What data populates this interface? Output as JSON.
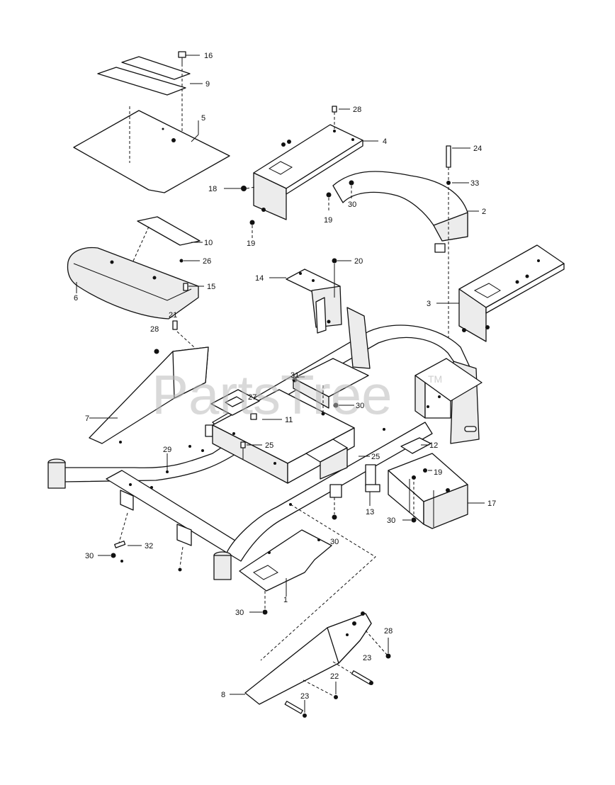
{
  "watermark": {
    "text": "PartsTree",
    "trademark": "TM"
  },
  "callouts": {
    "c1": "1",
    "c2": "2",
    "c3": "3",
    "c4": "4",
    "c5": "5",
    "c6": "6",
    "c7": "7",
    "c8": "8",
    "c9": "9",
    "c10": "10",
    "c11": "11",
    "c12": "12",
    "c13": "13",
    "c14": "14",
    "c15": "15",
    "c16": "16",
    "c17": "17",
    "c18": "18",
    "c19a": "19",
    "c19b": "19",
    "c19c": "19",
    "c20": "20",
    "c21": "21",
    "c22": "22",
    "c23a": "23",
    "c23b": "23",
    "c24": "24",
    "c25a": "25",
    "c25b": "25",
    "c26": "26",
    "c27": "27",
    "c28a": "28",
    "c28b": "28",
    "c28c": "28",
    "c29": "29",
    "c30a": "30",
    "c30b": "30",
    "c30c": "30",
    "c30d": "30",
    "c30e": "30",
    "c30f": "30",
    "c31": "31",
    "c32": "32",
    "c33": "33"
  }
}
